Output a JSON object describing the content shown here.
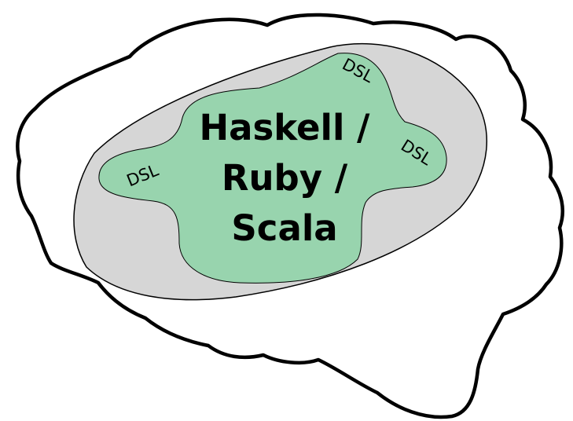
{
  "diagram": {
    "main_label_lines": [
      "Haskell /",
      "Ruby /",
      "Scala"
    ],
    "dsl_labels": [
      "DSL",
      "DSL",
      "DSL"
    ]
  },
  "colors": {
    "background": "#ffffff",
    "brain_outline": "#000000",
    "outer_region_fill": "#d6d6d6",
    "inner_region_fill": "#98d4ae",
    "region_stroke": "#000000",
    "text": "#000000"
  }
}
